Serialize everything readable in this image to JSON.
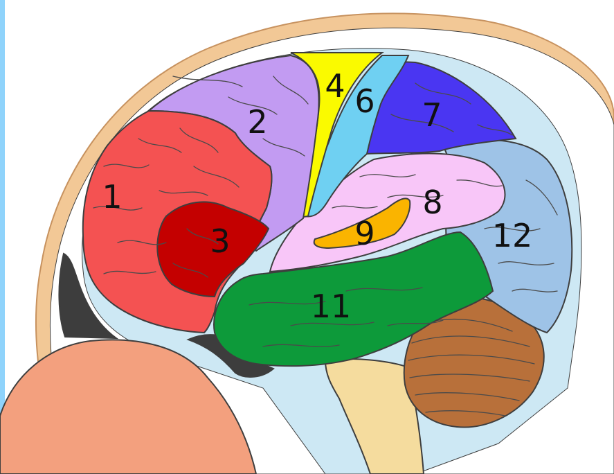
{
  "colors": {
    "edge_strip": "#8fd3fb",
    "scalp": "#f2c896",
    "scalp_outline": "#c7925f",
    "skull": "#ffffff",
    "csf": "#cde8f4",
    "outline": "#3e3e3e",
    "region_1": "#f45252",
    "region_2": "#c29bf2",
    "region_3": "#c40000",
    "region_4": "#fafa00",
    "region_6": "#6fd0f2",
    "region_7": "#4a36f2",
    "region_8": "#f8c6f8",
    "region_9": "#fab400",
    "region_11": "#0d9a3a",
    "region_12": "#9ec3e7",
    "cerebellum": "#b8703a",
    "brainstem": "#f5dc9e",
    "nasal_cavity": "#f3a07e",
    "sinus": "#3d3d3d"
  },
  "labels": {
    "region_1": "1",
    "region_2": "2",
    "region_3": "3",
    "region_4": "4",
    "region_6": "6",
    "region_7": "7",
    "region_8": "8",
    "region_9": "9",
    "region_11": "11",
    "region_12": "12"
  }
}
